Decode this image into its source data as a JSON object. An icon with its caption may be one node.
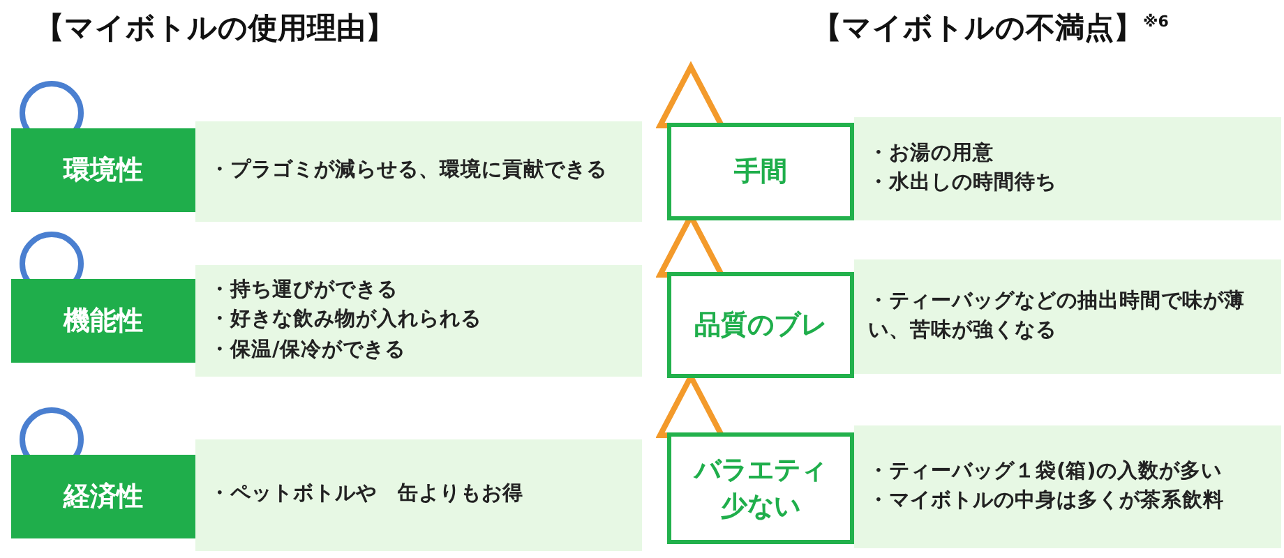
{
  "diagram": {
    "nodes": [
      {
        "text": [
          "環境性"
        ]
      },
      {
        "text": [
          "・プラゴミが減らせる、環境に貢献できる"
        ]
      },
      {
        "text": [
          "機能性"
        ]
      },
      {
        "text": [
          "・持ち運びができる",
          "・好きな飲み物が入れられる",
          "・保温/保冷ができる"
        ]
      },
      {
        "text": [
          "経済性"
        ]
      },
      {
        "text": [
          "・ペットボトルや　缶よりもお得"
        ]
      },
      {
        "text": [
          "手間"
        ]
      },
      {
        "text": [
          "・お湯の用意",
          "・水出しの時間待ち"
        ]
      },
      {
        "text": [
          "品質のブレ"
        ]
      },
      {
        "text": [
          "・ティーバッグなどの抽出時間で味が薄い、苦味が強くなる"
        ]
      },
      {
        "text": [
          "バラエティ少ない"
        ]
      },
      {
        "text": [
          "・ティーバッグ１袋(箱)の入数が多い",
          "・マイボトルの中身は多くが茶系飲料"
        ]
      }
    ],
    "labels": [
      "【マイボトルの**使用理由**】",
      "【マイボトルの**不満点**】$^{※6}$"
    ]
  }
}
